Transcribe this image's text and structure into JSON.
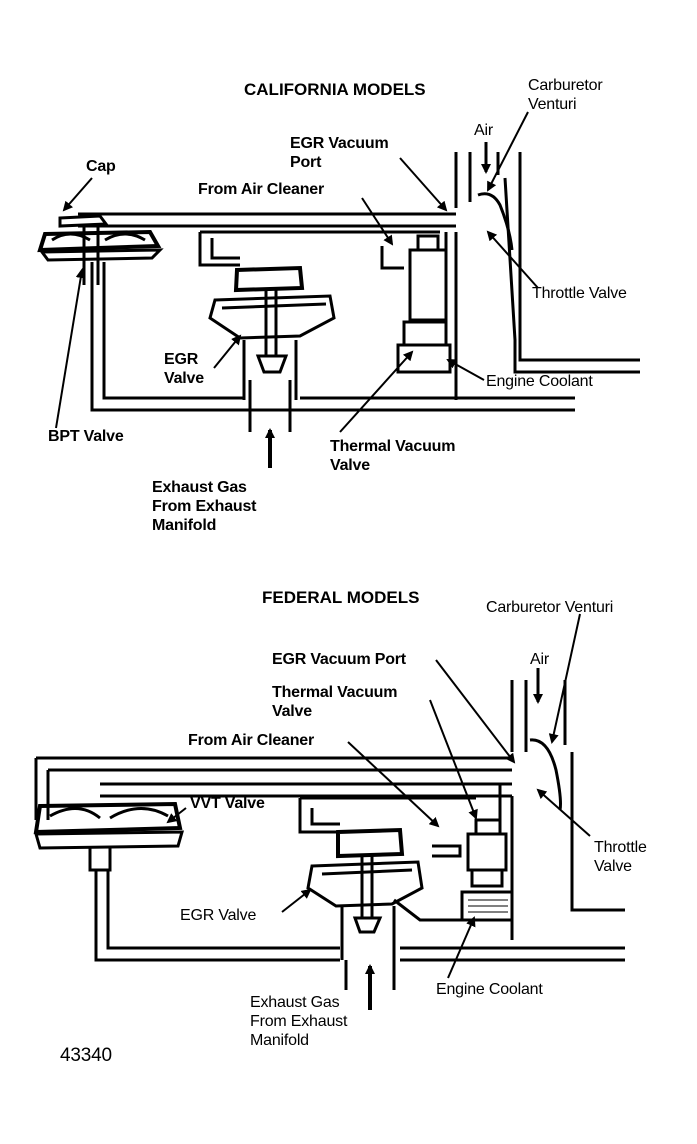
{
  "california": {
    "title": "CALIFORNIA MODELS",
    "carb_venturi_1": "Carburetor",
    "carb_venturi_2": "Venturi",
    "air": "Air",
    "egr_port_1": "EGR Vacuum",
    "egr_port_2": "Port",
    "cap": "Cap",
    "from_air_cleaner": "From Air Cleaner",
    "throttle_valve": "Throttle Valve",
    "egr_valve_1": "EGR",
    "egr_valve_2": "Valve",
    "engine_coolant": "Engine Coolant",
    "bpt_valve": "BPT Valve",
    "tvv_1": "Thermal Vacuum",
    "tvv_2": "Valve",
    "exhaust_1": "Exhaust Gas",
    "exhaust_2": "From Exhaust",
    "exhaust_3": "Manifold"
  },
  "federal": {
    "title": "FEDERAL MODELS",
    "carb_venturi": "Carburetor Venturi",
    "egr_port": "EGR Vacuum Port",
    "air": "Air",
    "tvv_1": "Thermal Vacuum",
    "tvv_2": "Valve",
    "from_air_cleaner": "From Air Cleaner",
    "vvt_valve": "VVT Valve",
    "throttle_1": "Throttle",
    "throttle_2": "Valve",
    "egr_valve": "EGR Valve",
    "engine_coolant": "Engine Coolant",
    "exhaust_1": "Exhaust Gas",
    "exhaust_2": "From Exhaust",
    "exhaust_3": "Manifold"
  },
  "figure_number": "43340"
}
